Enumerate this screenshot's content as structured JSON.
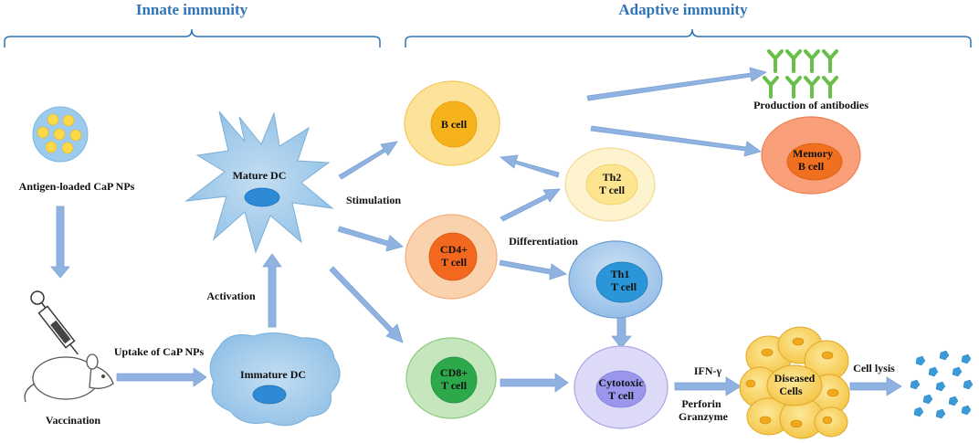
{
  "headers": {
    "innate": "Innate immunity",
    "adaptive": "Adaptive immunity"
  },
  "labels": {
    "antigen": "Antigen-loaded  CaP NPs",
    "vaccination": "Vaccination",
    "uptake": "Uptake of  CaP NPs",
    "activation": "Activation",
    "stimulation": "Stimulation",
    "differentiation": "Differentiation",
    "antibodies": "Production of antibodies",
    "ifn": "IFN-γ",
    "perforin": "Perforin",
    "granzyme": "Granzyme",
    "cell_lysis": "Cell lysis"
  },
  "cells": {
    "mature_dc": "Mature DC",
    "immature_dc": "Immature  DC",
    "b_cell": "B cell",
    "cd4_line1": "CD4+",
    "cd4_line2": "T cell",
    "cd8_line1": "CD8+",
    "cd8_line2": "T cell",
    "th2_line1": "Th2",
    "th2_line2": "T cell",
    "th1_line1": "Th1",
    "th1_line2": "T cell",
    "memory_line1": "Memory",
    "memory_line2": "B cell",
    "cytotoxic_line1": "Cytotoxic",
    "cytotoxic_line2": "T cell",
    "diseased_line1": "Diseased",
    "diseased_line2": "Cells"
  },
  "colors": {
    "header": "#2f74b5",
    "arrow": "#8fb2e0",
    "dc": "#9cc8e8",
    "dc_nucleus": "#2e8ad6",
    "b_cell_outer": "#fde39a",
    "b_cell_inner": "#f6b21a",
    "cd4_outer": "#fbd2ae",
    "cd4_inner": "#f2681f",
    "th2_outer": "#fef3cf",
    "th2_inner": "#fde48e",
    "memory_outer": "#f9a07a",
    "memory_inner": "#f07020",
    "th1_outer": "#a9cbea",
    "th1_inner": "#2a95d8",
    "cd8_outer": "#c6e6bd",
    "cd8_inner": "#2da84a",
    "cytotoxic_outer": "#dcdaf7",
    "cytotoxic_inner": "#9a97ec",
    "diseased": "#f8d668",
    "antibody": "#6abf4a",
    "debris": "#3a9bd8"
  }
}
